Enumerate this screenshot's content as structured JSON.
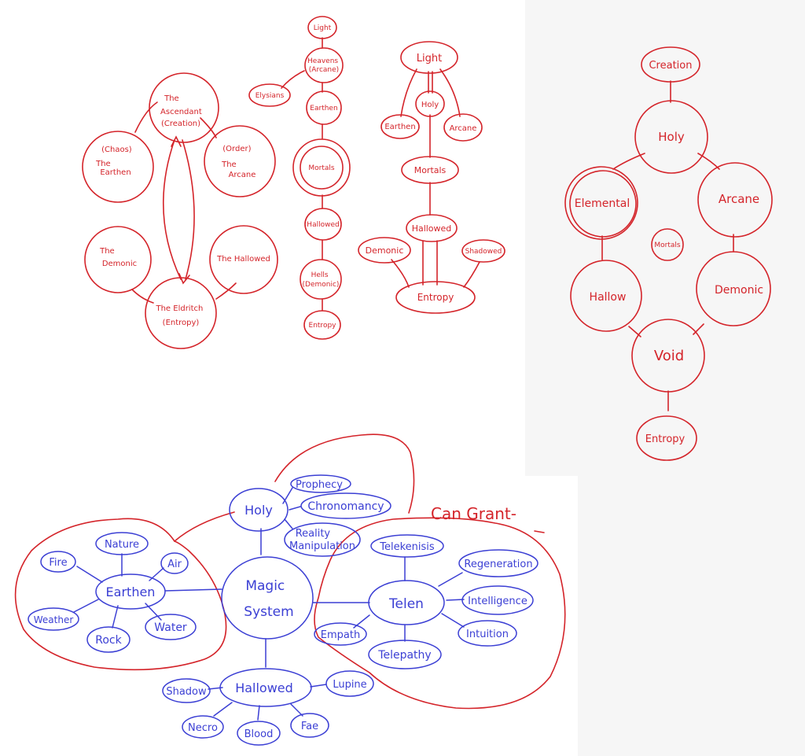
{
  "cosmology": {
    "ascendant": [
      "The",
      "Ascendant",
      "(Creation)"
    ],
    "earthen": [
      "(Chaos)",
      "The",
      "Earthen"
    ],
    "arcane": [
      "(Order)",
      "The",
      "Arcane"
    ],
    "demonic": [
      "The",
      "Demonic"
    ],
    "hallowed": "The Hallowed",
    "eldritch": [
      "The Eldritch",
      "(Entropy)"
    ]
  },
  "chain": {
    "light": "Light",
    "heavens": [
      "Heavens",
      "(Arcane)"
    ],
    "elysians": "Elysians",
    "earthen": "Earthen",
    "mortals": "Mortals",
    "hallowed": "Hallowed",
    "hells": [
      "Hells",
      "(Demonic)"
    ],
    "entropy": "Entropy"
  },
  "tree": {
    "light": "Light",
    "holy": "Holy",
    "earthen": "Earthen",
    "arcane": "Arcane",
    "mortals": "Mortals",
    "hallowed": "Hallowed",
    "demonic": "Demonic",
    "shadowed": "Shadowed",
    "entropy": "Entropy"
  },
  "diamond": {
    "creation": "Creation",
    "holy": "Holy",
    "elemental": "Elemental",
    "arcane": "Arcane",
    "mortals": "Mortals",
    "hallow": "Hallow",
    "demonic": "Demonic",
    "void": "Void",
    "entropy": "Entropy"
  },
  "magic": {
    "center": [
      "Magic",
      "System"
    ],
    "holy": "Holy",
    "prophecy": "Prophecy",
    "chronomancy": "Chronomancy",
    "reality": [
      "Reality",
      "Manipulation"
    ],
    "earthen": "Earthen",
    "nature": "Nature",
    "fire": "Fire",
    "air": "Air",
    "weather": "Weather",
    "rock": "Rock",
    "water": "Water",
    "telen": "Telen",
    "telekenisis": "Telekenisis",
    "regeneration": "Regeneration",
    "intelligence": "Intelligence",
    "intuition": "Intuition",
    "empath": "Empath",
    "telepathy": "Telepathy",
    "hallowed": "Hallowed",
    "shadow": "Shadow",
    "lupine": "Lupine",
    "necro": "Necro",
    "blood": "Blood",
    "fae": "Fae",
    "can_grant": "Can Grant-"
  },
  "colors": {
    "red": "#d4242a",
    "blue": "#3b3fd4"
  }
}
